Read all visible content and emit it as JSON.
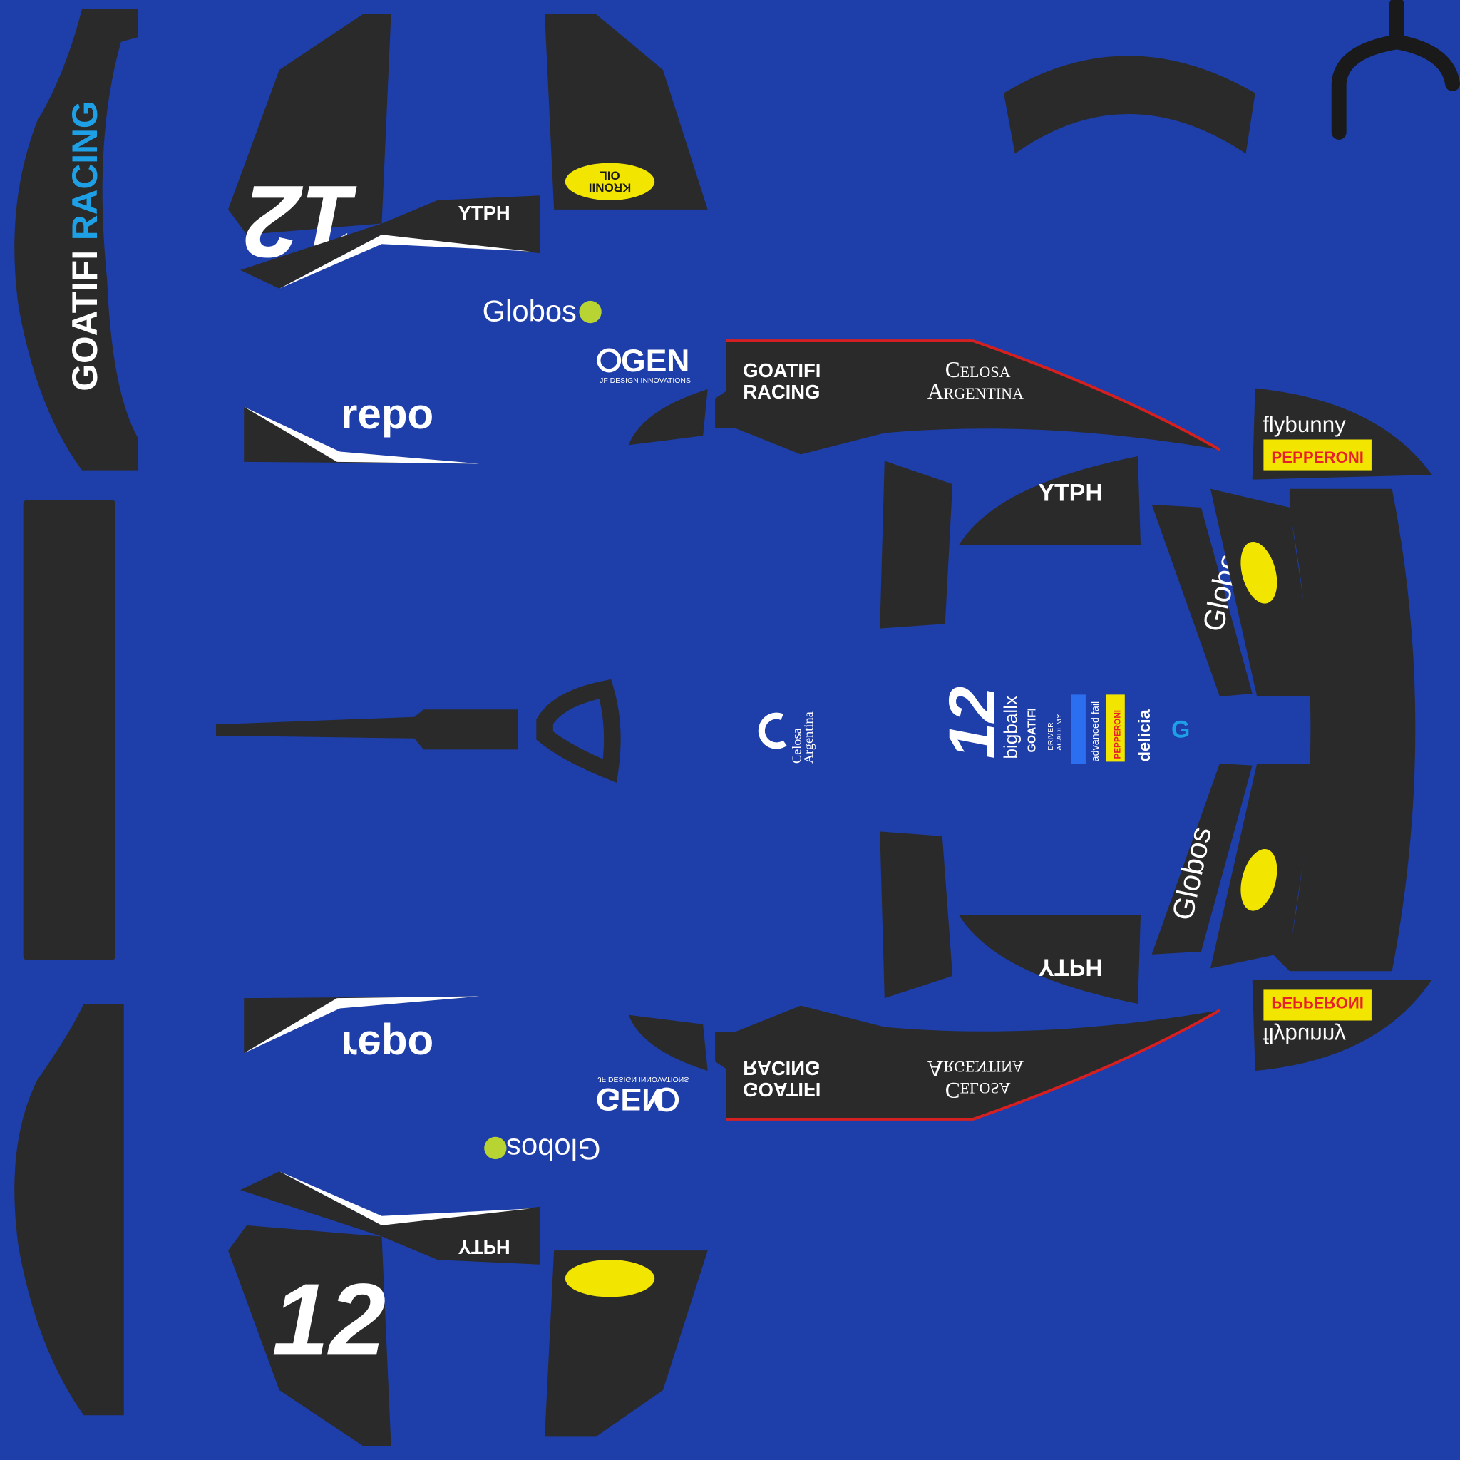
{
  "colors": {
    "background": "#1e3eaa",
    "panel": "#2a2a2a",
    "accent_cyan": "#1ea0e6",
    "kronii_yellow": "#f2e600",
    "pepperoni_red": "#e8202a",
    "pinstripe_red": "#d42020"
  },
  "livery": {
    "team_name_part1": "GOATIFI",
    "team_name_part2": "RACING",
    "car_number": "12",
    "sponsors": {
      "ytph": "YTPH",
      "kronii_line1": "KRONII",
      "kronii_line2": "OIL",
      "globos": "Globos",
      "ogen": "GEN",
      "ogen_sub": "JF DESIGN INNOVATIONS",
      "repo": "repo",
      "goatifi_line1": "GOATIFI",
      "goatifi_line2": "RACING",
      "celosa_line1": "Celosa",
      "celosa_line2": "Argentina",
      "flybunny": "flybunny",
      "pepperoni": "PEPPERONI",
      "bigballx": "bigballx",
      "driver_academy_brand": "GOATIFI",
      "driver_academy_line1": "DRIVER",
      "driver_academy_line2": "ACADEMY",
      "advanced_fail": "advanced fail",
      "delicia": "delicia",
      "g_logo": "G"
    }
  }
}
